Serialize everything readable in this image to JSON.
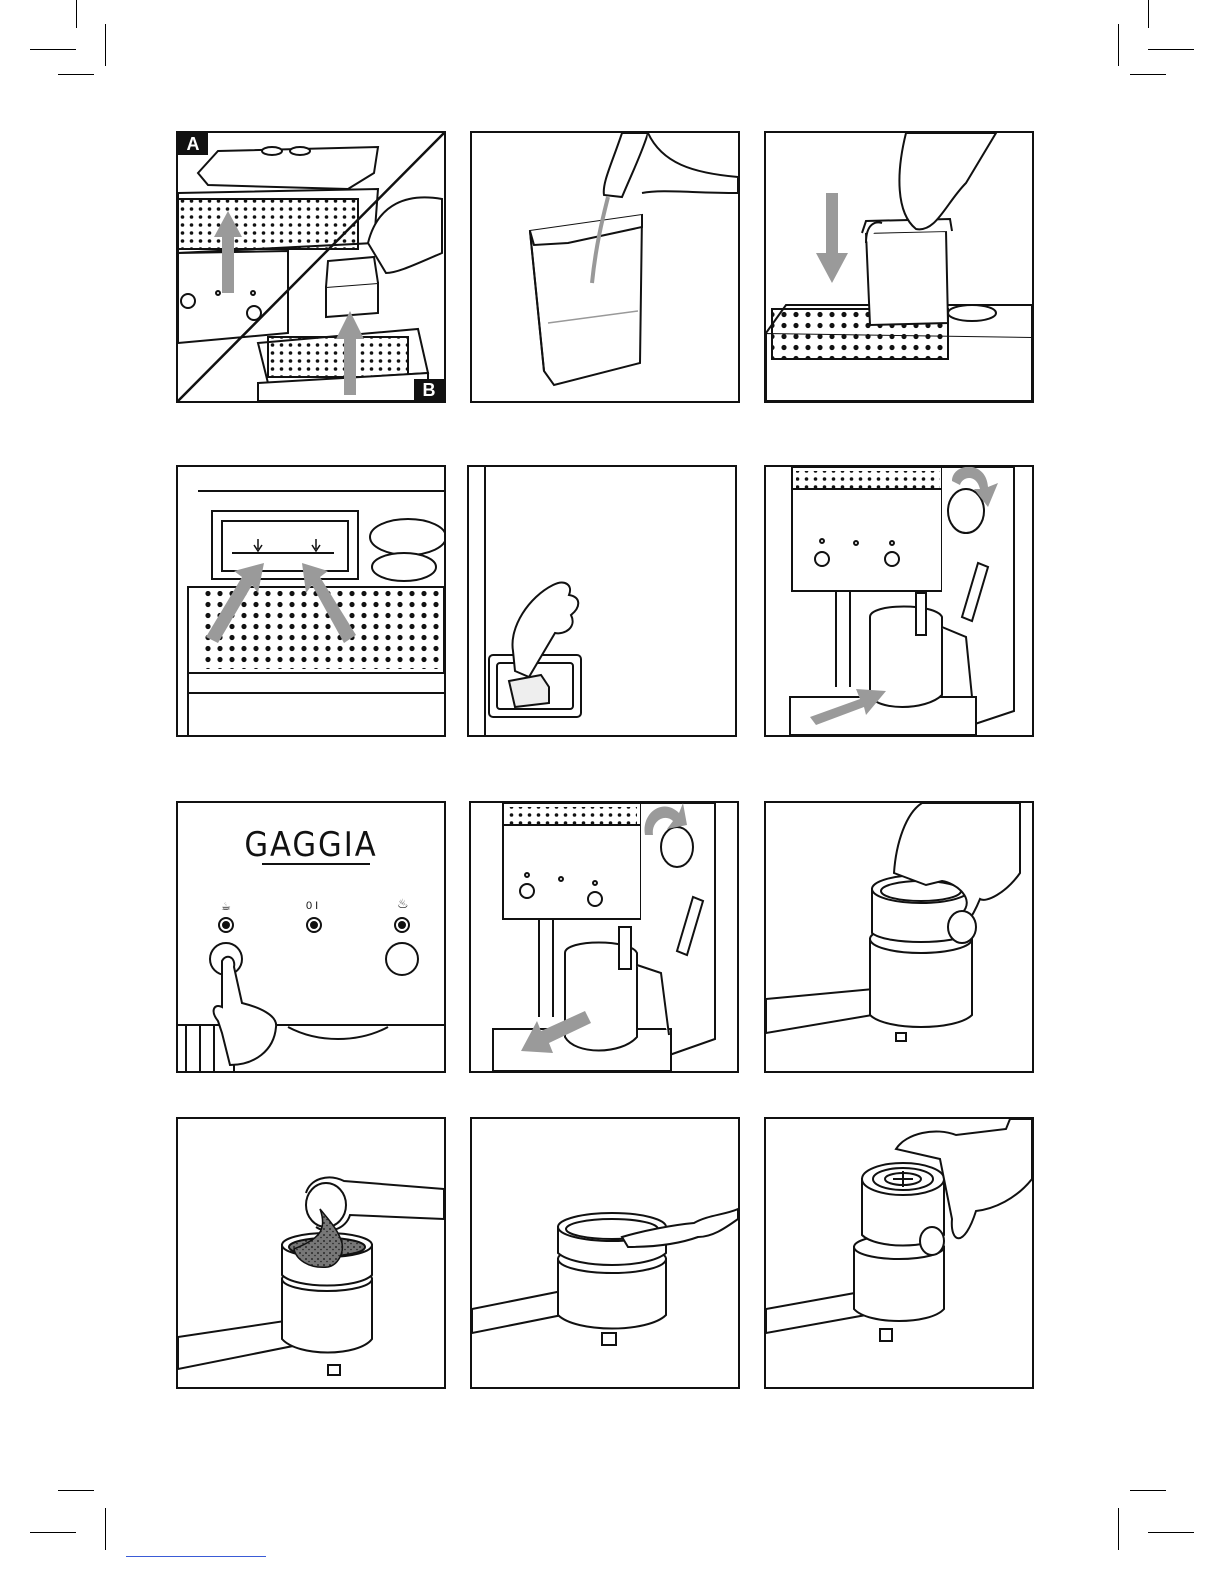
{
  "panels": [
    {
      "id": "remove-drip-tray",
      "labels": [
        "A",
        "B"
      ]
    },
    {
      "id": "fill-water-tank"
    },
    {
      "id": "insert-water-tank"
    },
    {
      "id": "align-tank-markings"
    },
    {
      "id": "press-power-switch"
    },
    {
      "id": "open-steam-knob"
    },
    {
      "id": "control-panel",
      "brand": "GAGGIA",
      "indicator_symbols": [
        "☕",
        "0 I",
        "♨"
      ]
    },
    {
      "id": "close-steam-knob"
    },
    {
      "id": "insert-filter-basket"
    },
    {
      "id": "add-ground-coffee"
    },
    {
      "id": "level-with-spoon"
    },
    {
      "id": "insert-pod-adapter"
    }
  ],
  "colors": {
    "ink": "#111111",
    "arrow_gray": "#9a9a9a",
    "background": "#ffffff"
  }
}
